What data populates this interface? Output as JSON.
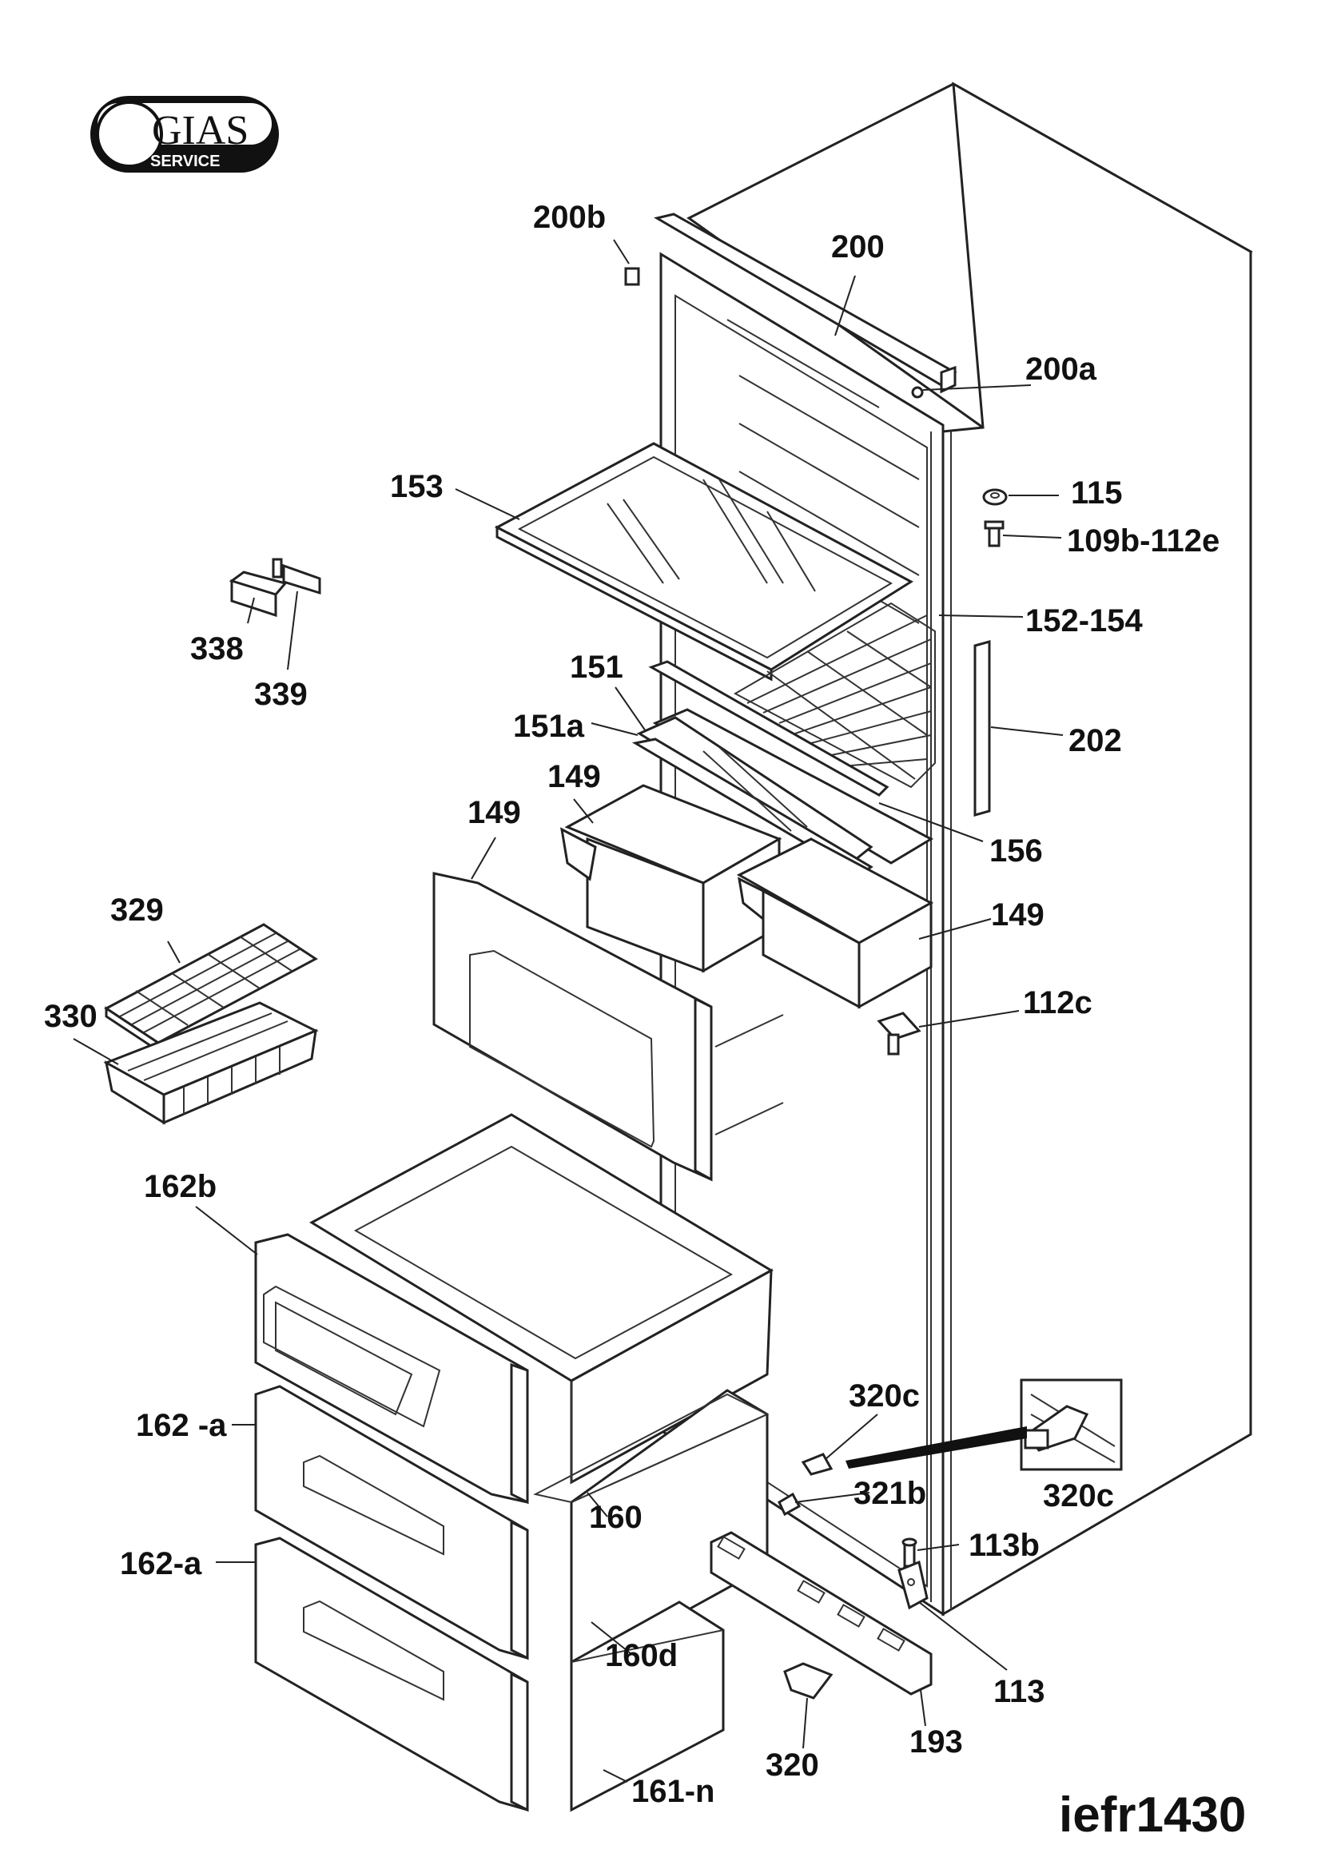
{
  "logo": {
    "brand": "GIAS",
    "sub": "SERVICE"
  },
  "model_code": "iefr1430",
  "part_labels": [
    {
      "id": "200b",
      "text": "200b"
    },
    {
      "id": "200",
      "text": "200"
    },
    {
      "id": "200a",
      "text": "200a"
    },
    {
      "id": "153",
      "text": "153"
    },
    {
      "id": "115",
      "text": "115"
    },
    {
      "id": "109b-112e",
      "text": "109b-112e"
    },
    {
      "id": "338",
      "text": "338"
    },
    {
      "id": "339",
      "text": "339"
    },
    {
      "id": "152-154",
      "text": "152-154"
    },
    {
      "id": "151",
      "text": "151"
    },
    {
      "id": "151a",
      "text": "151a"
    },
    {
      "id": "202",
      "text": "202"
    },
    {
      "id": "149-a",
      "text": "149"
    },
    {
      "id": "149-b",
      "text": "149"
    },
    {
      "id": "156",
      "text": "156"
    },
    {
      "id": "149-c",
      "text": "149"
    },
    {
      "id": "329",
      "text": "329"
    },
    {
      "id": "330",
      "text": "330"
    },
    {
      "id": "112c",
      "text": "112c"
    },
    {
      "id": "162b",
      "text": "162b"
    },
    {
      "id": "320c-a",
      "text": "320c"
    },
    {
      "id": "162-a-1",
      "text": "162 -a"
    },
    {
      "id": "320c-b",
      "text": "320c"
    },
    {
      "id": "321b",
      "text": "321b"
    },
    {
      "id": "160",
      "text": "160"
    },
    {
      "id": "162-a-2",
      "text": "162-a"
    },
    {
      "id": "113b",
      "text": "113b"
    },
    {
      "id": "160d",
      "text": "160d"
    },
    {
      "id": "113",
      "text": "113"
    },
    {
      "id": "193",
      "text": "193"
    },
    {
      "id": "320",
      "text": "320"
    },
    {
      "id": "161-n",
      "text": "161-n"
    }
  ]
}
